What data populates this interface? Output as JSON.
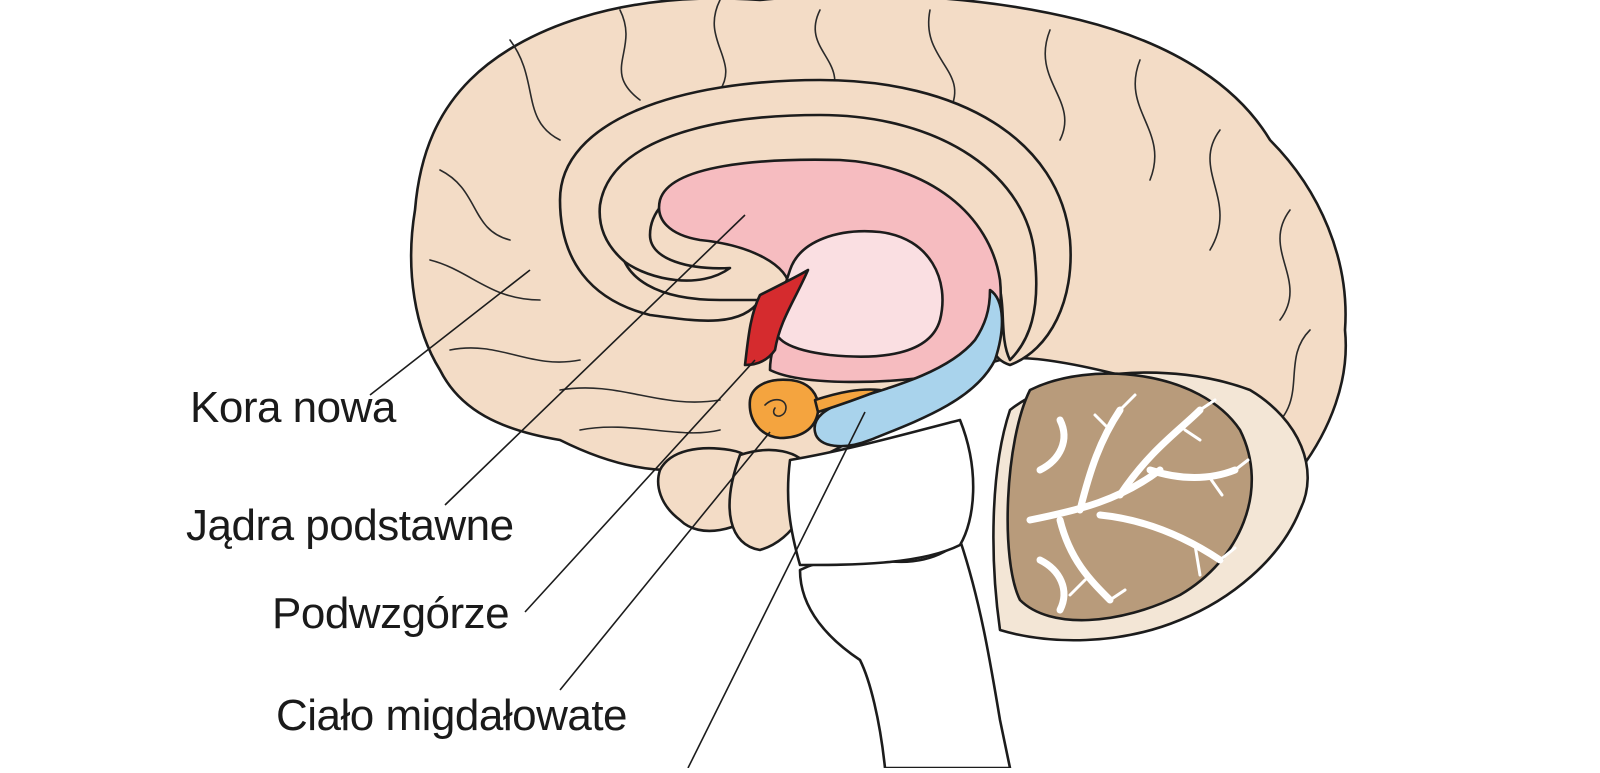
{
  "labels": {
    "neocortex": "Kora nowa",
    "basal_ganglia": "Jądra podstawne",
    "hypothalamus": "Podwzgórze",
    "amygdala": "Ciało migdałowate"
  },
  "colors": {
    "cortex": "#f3dcc6",
    "basal_ganglia": "#f6bcc0",
    "thalamus": "#fadfe2",
    "hypothalamus": "#d52b2e",
    "amygdala": "#f4a43f",
    "hippocampus": "#a9d3ec",
    "cerebellum": "#b89b7b",
    "brainstem": "#ffffff"
  }
}
